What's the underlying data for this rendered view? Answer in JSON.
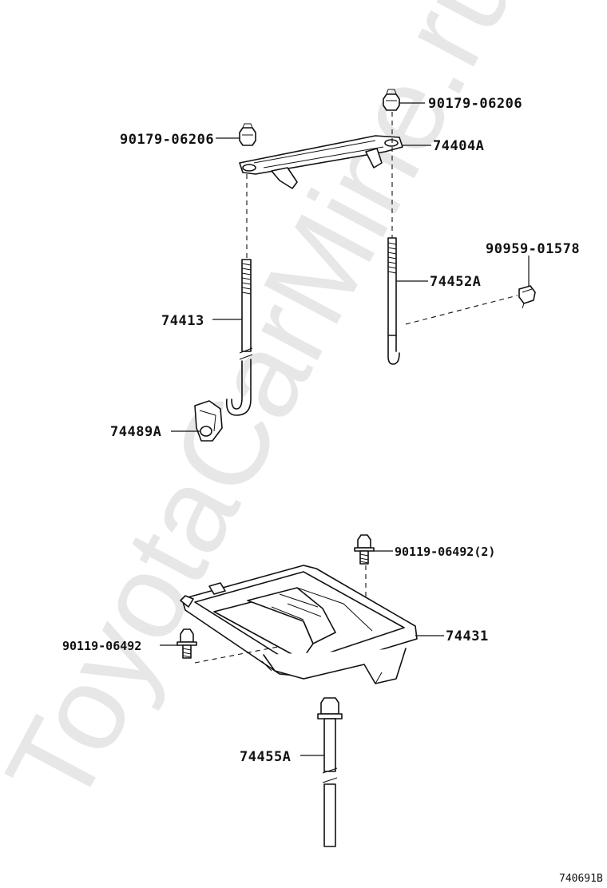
{
  "watermark": "ToyotaCarMine.ru",
  "callouts": {
    "nut_upper_right": "90179-06206",
    "nut_upper_left": "90179-06206",
    "clamp": "74404A",
    "clip": "90959-01578",
    "rod_right": "74452A",
    "rod_left": "74413",
    "hook_bracket": "74489A",
    "bolt_tray_right": "90119-06492(2)",
    "bolt_tray_left": "90119-06492",
    "tray": "74431",
    "long_bolt": "74455A"
  },
  "figure_id": "740691B"
}
